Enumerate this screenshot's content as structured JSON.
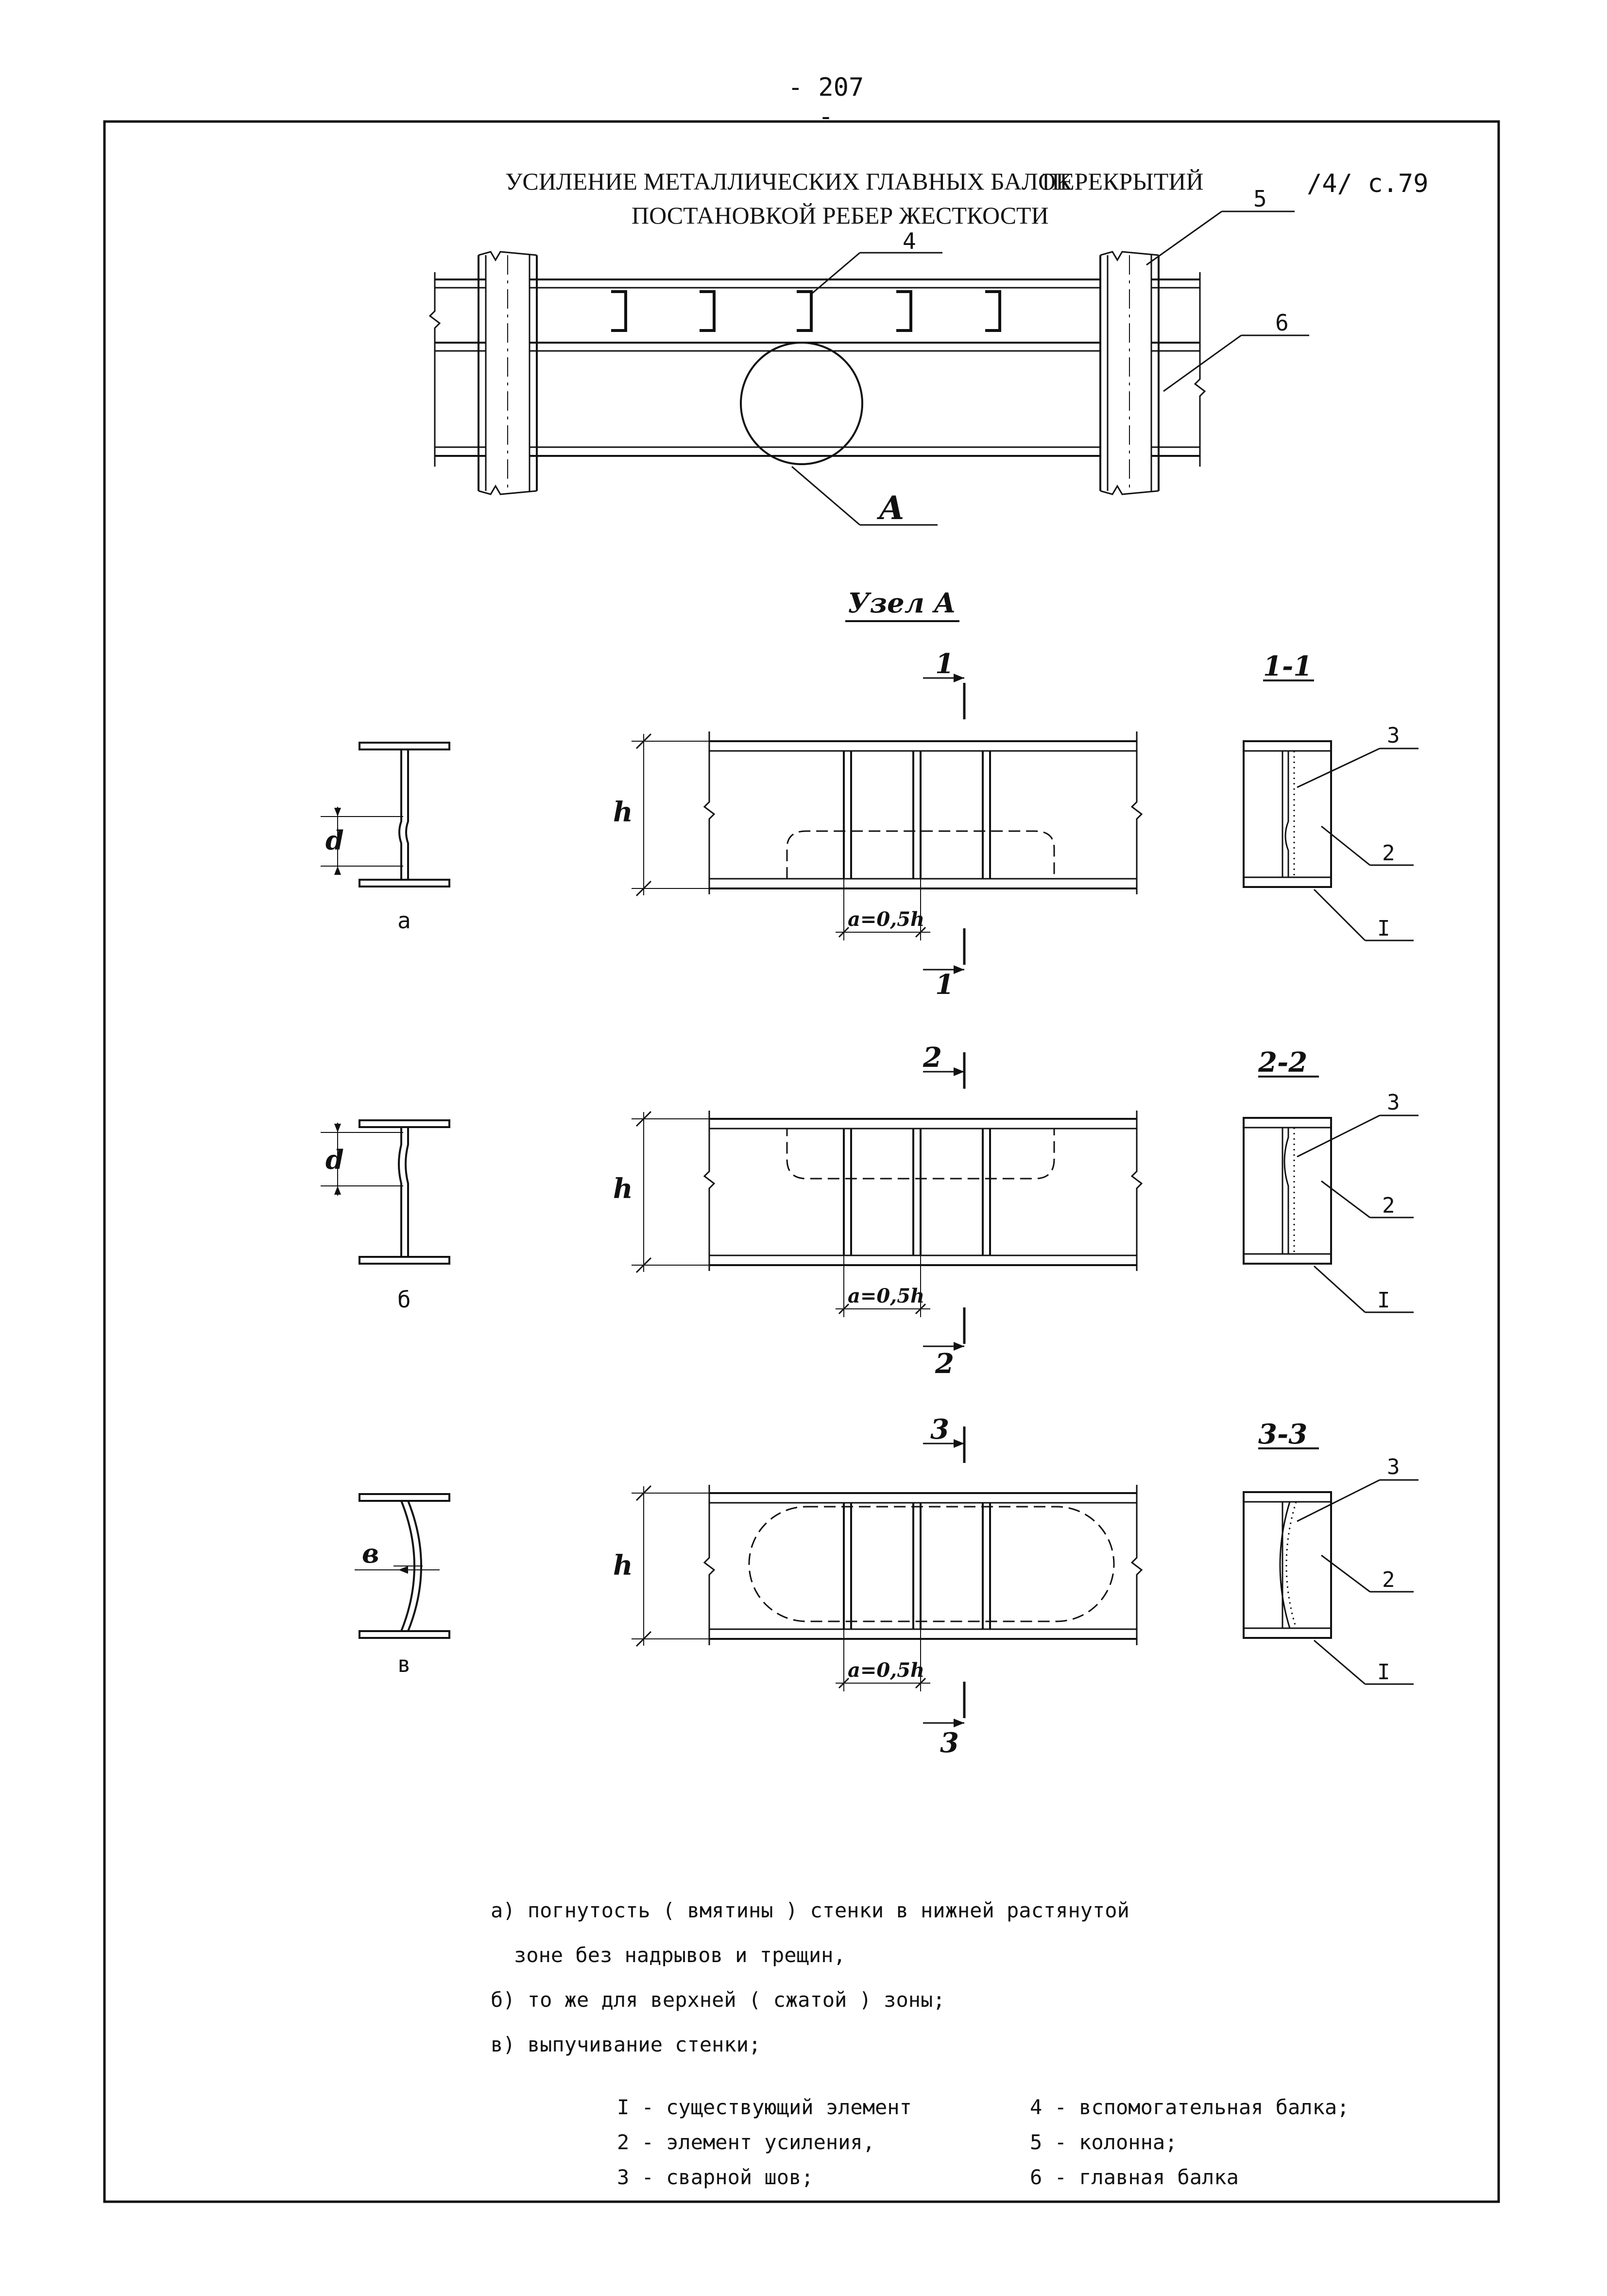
{
  "page": {
    "number": "- 207 -"
  },
  "header": {
    "title_line1": "УСИЛЕНИЕ МЕТАЛЛИЧЕСКИХ ГЛАВНЫХ БАЛОК",
    "title_word2": "ПЕРЕКРЫТИЙ",
    "title_line2": "ПОСТАНОВКОЙ РЕБЕР ЖЕСТКОСТИ",
    "reference": "/4/ с.79"
  },
  "plan": {
    "callouts": {
      "aux_beam": "4",
      "column": "5",
      "main_beam": "6",
      "node": "A"
    }
  },
  "node_title": "Узел А",
  "cases": [
    {
      "letter": "а",
      "section_mark": "1",
      "section_title": "1-1",
      "deform_label": "d",
      "height_label": "h",
      "dim_label": "a=0,5h",
      "callout_weld": "3",
      "callout_reinf": "2",
      "callout_exist": "I"
    },
    {
      "letter": "б",
      "section_mark": "2",
      "section_title": "2-2",
      "deform_label": "d",
      "height_label": "h",
      "dim_label": "a=0,5h",
      "callout_weld": "3",
      "callout_reinf": "2",
      "callout_exist": "I"
    },
    {
      "letter": "в",
      "section_mark": "3",
      "section_title": "3-3",
      "deform_label": "в",
      "height_label": "h",
      "dim_label": "a=0,5h",
      "callout_weld": "3",
      "callout_reinf": "2",
      "callout_exist": "I"
    }
  ],
  "notes": [
    "а) погнутость ( вмятины ) стенки в нижней растянутой",
    "зоне без надрывов и трещин,",
    "б) то же для верхней ( сжатой ) зоны;",
    "в) выпучивание стенки;"
  ],
  "legend": {
    "left": [
      "I - существующий элемент",
      "2 - элемент усиления,",
      "3 - сварной шов;"
    ],
    "right": [
      "4 - вспомогательная балка;",
      "5 - колонна;",
      "6 - главная балка"
    ]
  }
}
